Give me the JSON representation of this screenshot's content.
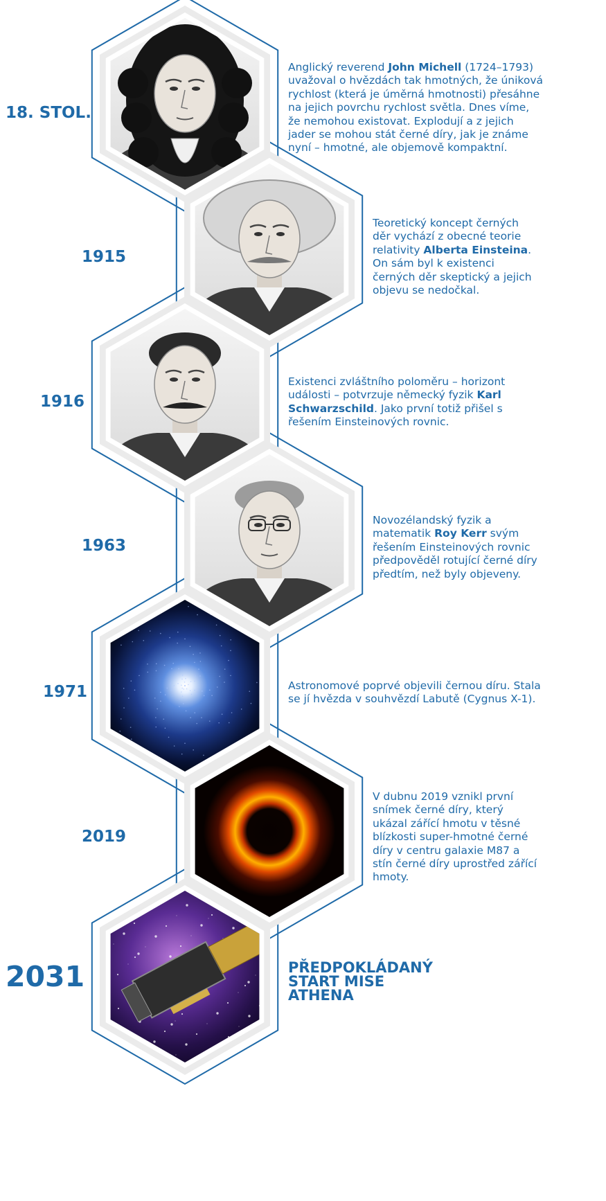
{
  "entries": [
    {
      "year": "18. STOL.",
      "image": "portrait-john-michell",
      "text": [
        {
          "t": "Anglický reverend "
        },
        {
          "t": "John Michell",
          "b": true
        },
        {
          "t": " (1724–1793) uvažoval o hvězdách tak hmotných, že úniková rychlost (která je úměrná hmotnosti) přesáhne na jejich povrchu rychlost světla. Dnes víme, že nemohou existovat. Explodují a z jejich jader se mohou stát černé díry, jak je známe nyní – hmotné, ale objemově kompaktní."
        }
      ]
    },
    {
      "year": "1915",
      "image": "portrait-albert-einstein",
      "text": [
        {
          "t": "Teoretický koncept černých děr vychází z obecné teorie relativity "
        },
        {
          "t": "Alberta Einsteina",
          "b": true
        },
        {
          "t": ". On sám byl k existenci černých děr skeptický a jejich objevu se nedočkal."
        }
      ]
    },
    {
      "year": "1916",
      "image": "portrait-karl-schwarzschild",
      "text": [
        {
          "t": "Existenci zvláštního poloměru – horizont události – potvrzuje německý fyzik "
        },
        {
          "t": "Karl Schwarzschild",
          "b": true
        },
        {
          "t": ". Jako první totiž přišel s řešením Einsteinových rovnic."
        }
      ]
    },
    {
      "year": "1963",
      "image": "portrait-roy-kerr",
      "text": [
        {
          "t": "Novozélandský fyzik a matematik "
        },
        {
          "t": "Roy Kerr",
          "b": true
        },
        {
          "t": " svým řešením Einsteinových rovnic předpověděl rotující černé díry předtím, než byly objeveny."
        }
      ]
    },
    {
      "year": "1971",
      "image": "glowing-star-cygnus-x1",
      "text": [
        {
          "t": "Astronomové poprvé objevili černou díru. Stala se jí hvězda v souhvězdí Labutě (Cygnus X-1)."
        }
      ]
    },
    {
      "year": "2019",
      "image": "black-hole-m87",
      "text": [
        {
          "t": "V dubnu 2019 vznikl první snímek černé díry, který ukázal zářící hmotu v těsné blízkosti super-hmotné černé díry v centru galaxie M87 a stín černé díry uprostřed zářící hmoty."
        }
      ]
    },
    {
      "year": "2031",
      "image": "athena-satellite",
      "text": [
        {
          "t": "PŘEDPOKLÁDANÝ START MISE ATHENA",
          "b": true
        }
      ]
    }
  ],
  "colors": {
    "accent": "#1f6aa8",
    "hex_outer": "#ebebeb",
    "hex_ring": "#ffffff"
  }
}
